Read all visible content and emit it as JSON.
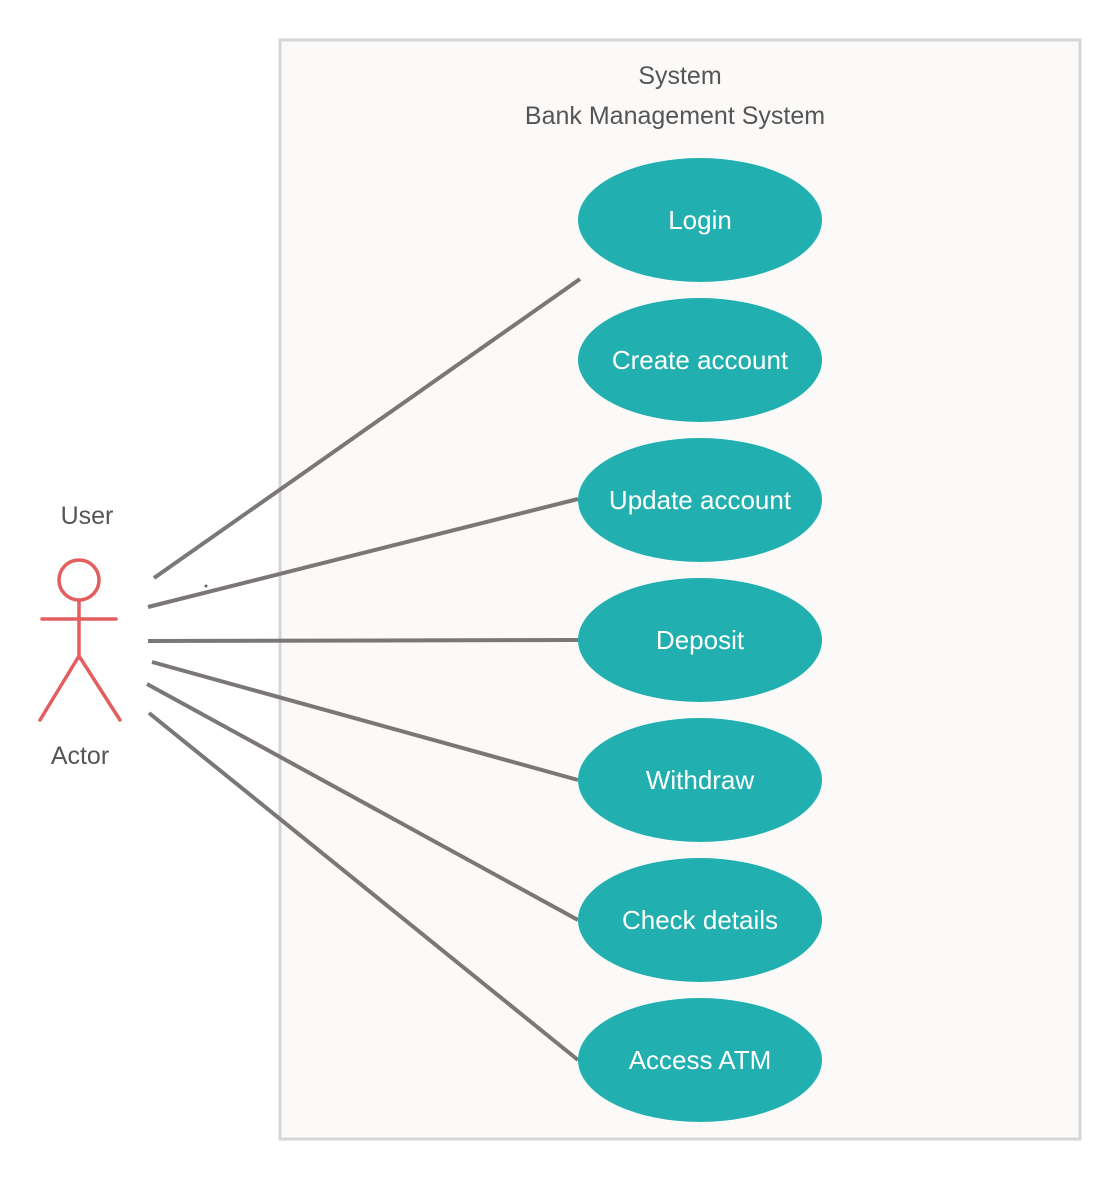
{
  "system": {
    "stereotype": "System",
    "name": "Bank Management System"
  },
  "actor": {
    "name": "User",
    "type_label": "Actor"
  },
  "use_cases": [
    {
      "id": "login",
      "label": "Login",
      "connected": true
    },
    {
      "id": "create-account",
      "label": "Create account",
      "connected": false
    },
    {
      "id": "update-account",
      "label": "Update account",
      "connected": true
    },
    {
      "id": "deposit",
      "label": "Deposit",
      "connected": true
    },
    {
      "id": "withdraw",
      "label": "Withdraw",
      "connected": true
    },
    {
      "id": "check-details",
      "label": "Check details",
      "connected": true
    },
    {
      "id": "access-atm",
      "label": "Access ATM",
      "connected": true
    }
  ],
  "colors": {
    "use_case_fill": "#22AFAF",
    "use_case_text": "#FFFFFF",
    "actor_stroke": "#E35E5E",
    "association_line": "#7A7776",
    "system_border": "#D6D6D6",
    "system_fill": "#FBFAF9",
    "label_text": "#555555"
  }
}
